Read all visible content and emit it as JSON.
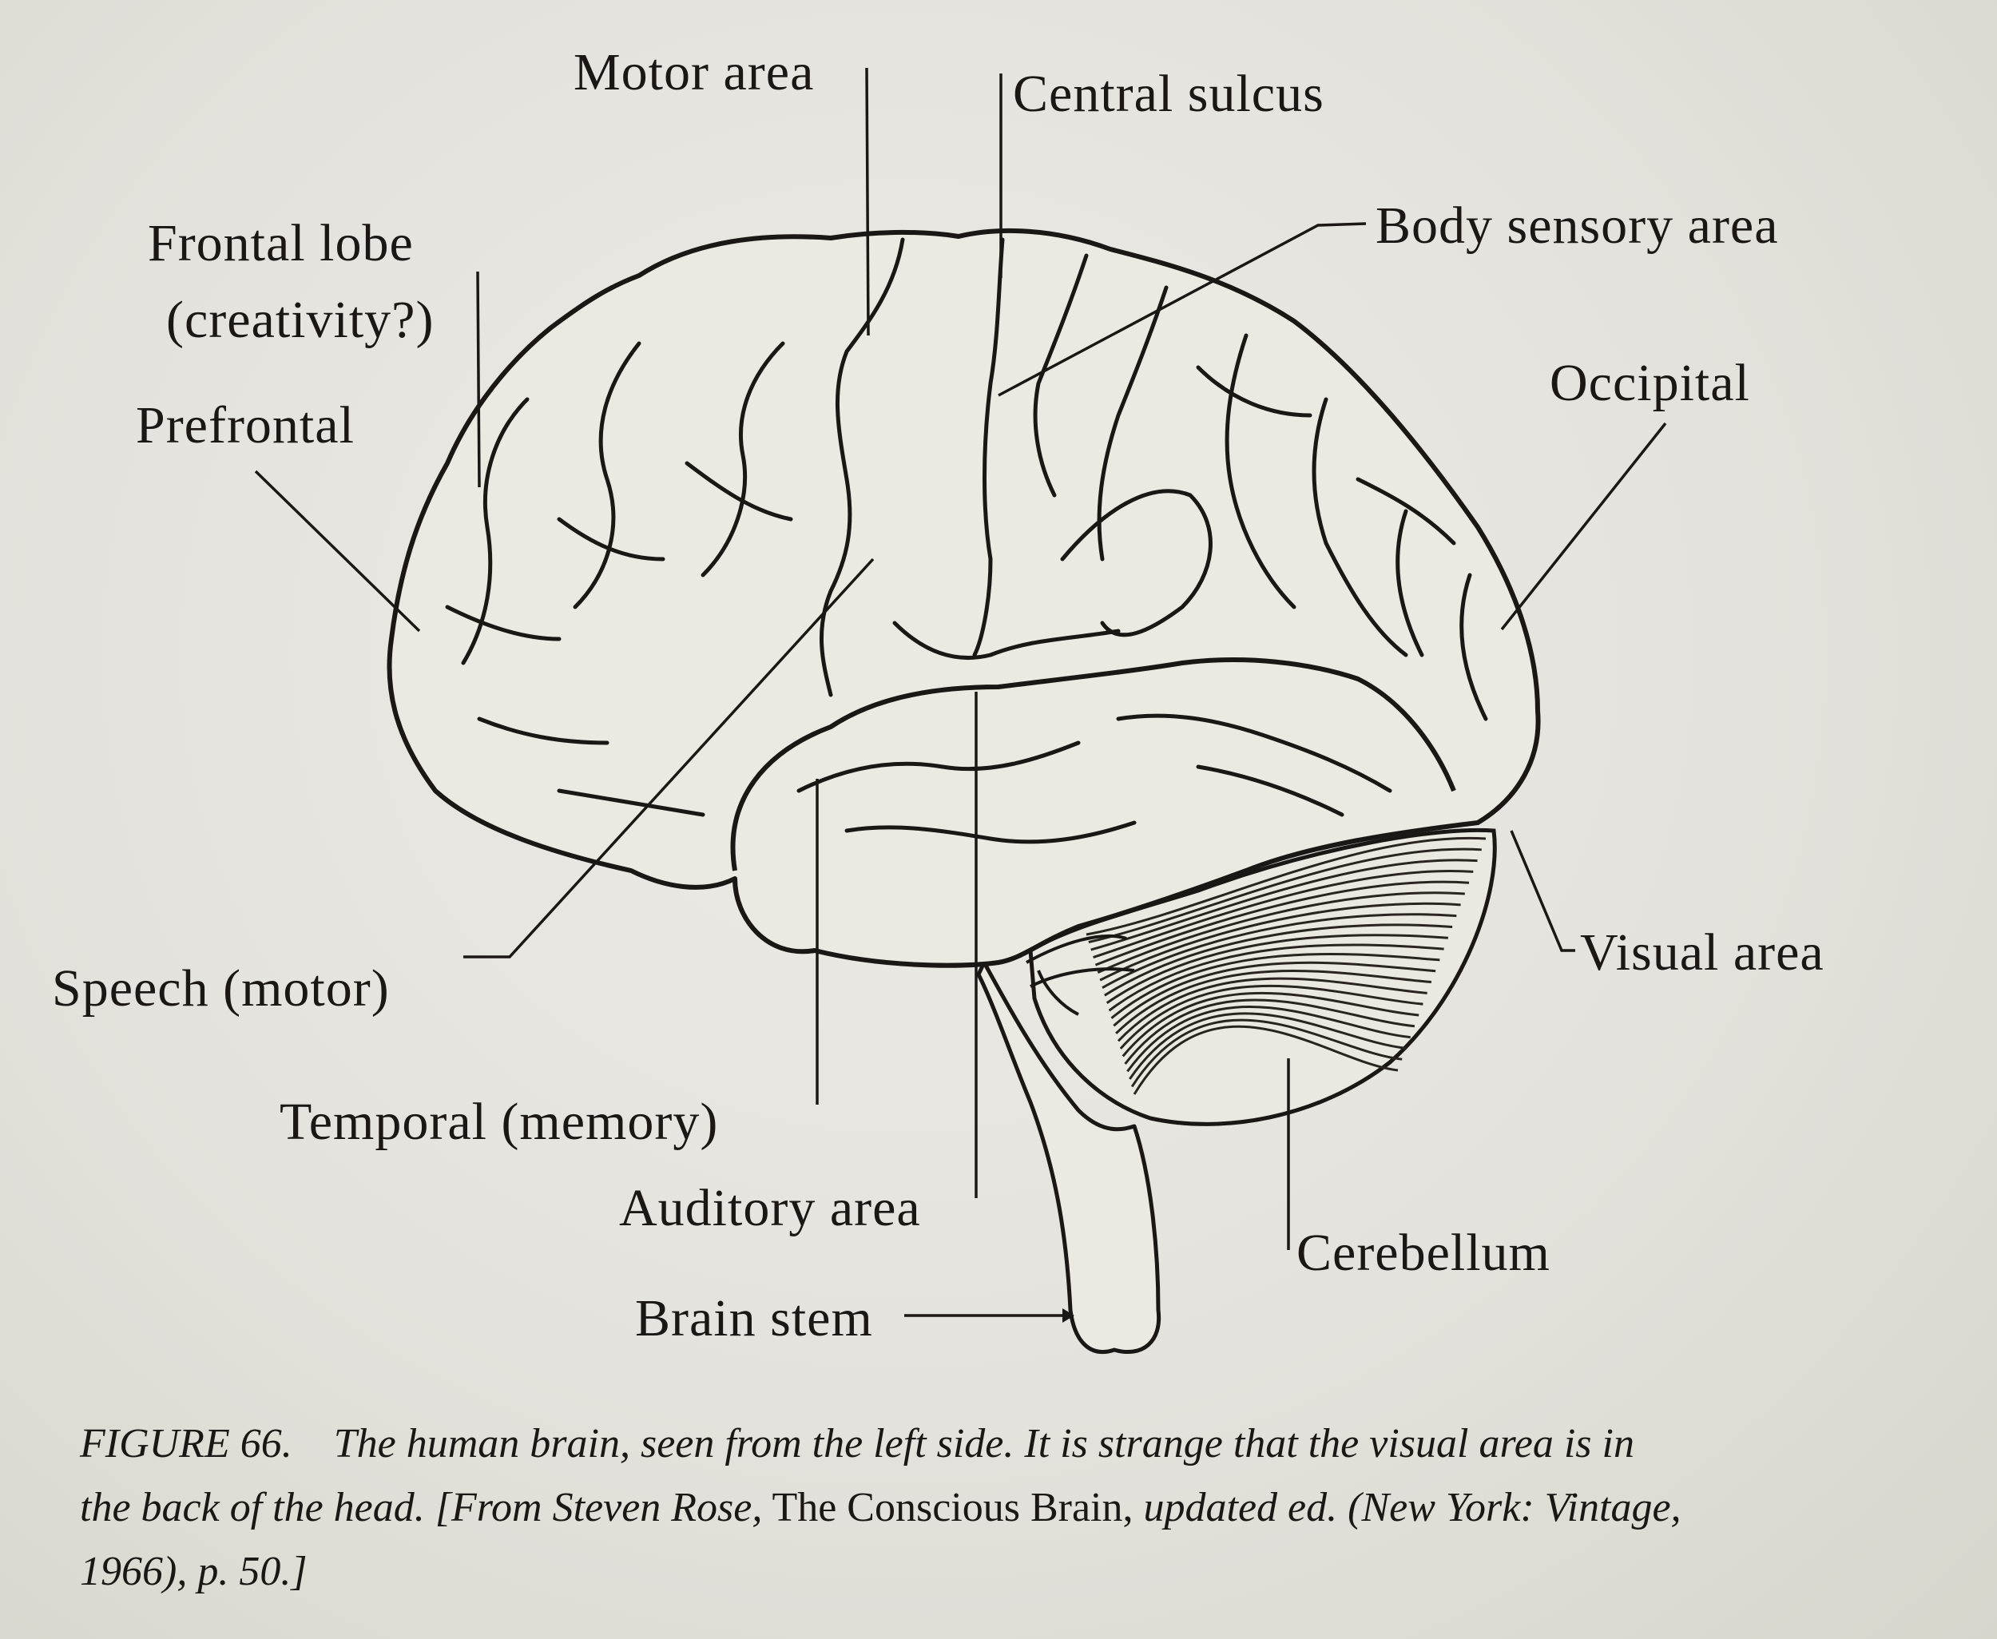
{
  "labels": {
    "motor_area": "Motor area",
    "central_sulcus": "Central sulcus",
    "frontal_lobe": "Frontal lobe",
    "frontal_lobe_note": "(creativity?)",
    "body_sensory_area": "Body sensory area",
    "prefrontal": "Prefrontal",
    "occipital": "Occipital",
    "speech_motor": "Speech (motor)",
    "visual_area": "Visual area",
    "temporal_memory": "Temporal (memory)",
    "auditory_area": "Auditory area",
    "cerebellum": "Cerebellum",
    "brain_stem": "Brain stem"
  },
  "caption": {
    "figure_number": "FIGURE 66.",
    "line1_text": "The human brain, seen from the left side. It is strange that the visual area is in",
    "line2_a": "the back of the head.",
    "line2_b": "[From Steven Rose,",
    "line2_book": "The Conscious Brain,",
    "line2_c": "updated ed. (New York: Vintage,",
    "line3": "1966), p. 50.]"
  }
}
